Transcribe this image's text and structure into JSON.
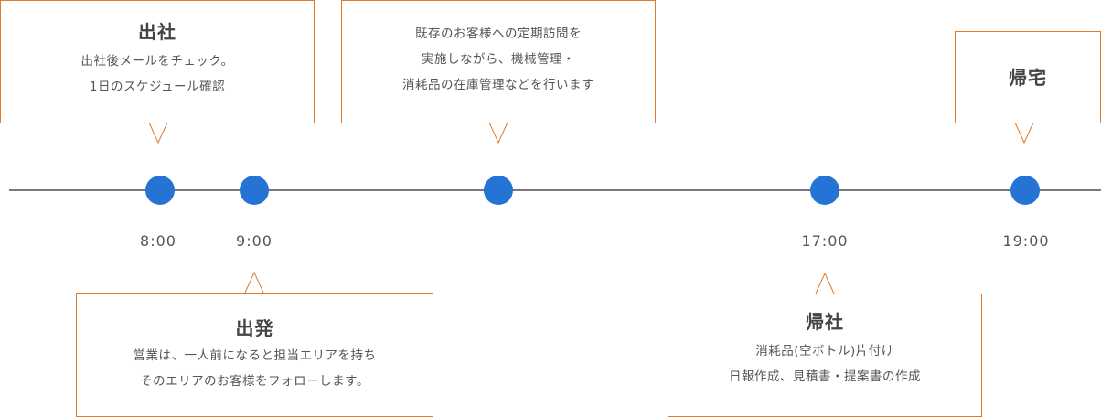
{
  "colors": {
    "accent_border": "#e07a2a",
    "dot": "#2573d5",
    "line": "#777777"
  },
  "times": [
    "8:00",
    "9:00",
    "17:00",
    "19:00"
  ],
  "callouts": {
    "arrive": {
      "title": "出社",
      "lines": [
        "出社後メールをチェック。",
        "1日のスケジュール確認"
      ]
    },
    "visit": {
      "lines": [
        "既存のお客様への定期訪問を",
        "実施しながら、機械管理・",
        "消耗品の在庫管理などを行います"
      ]
    },
    "home": {
      "title": "帰宅"
    },
    "depart": {
      "title": "出発",
      "lines": [
        "営業は、一人前になると担当エリアを持ち",
        "そのエリアのお客様をフォローします。"
      ]
    },
    "return": {
      "title": "帰社",
      "lines": [
        "消耗品(空ボトル)片付け",
        "日報作成、見積書・提案書の作成"
      ]
    }
  }
}
